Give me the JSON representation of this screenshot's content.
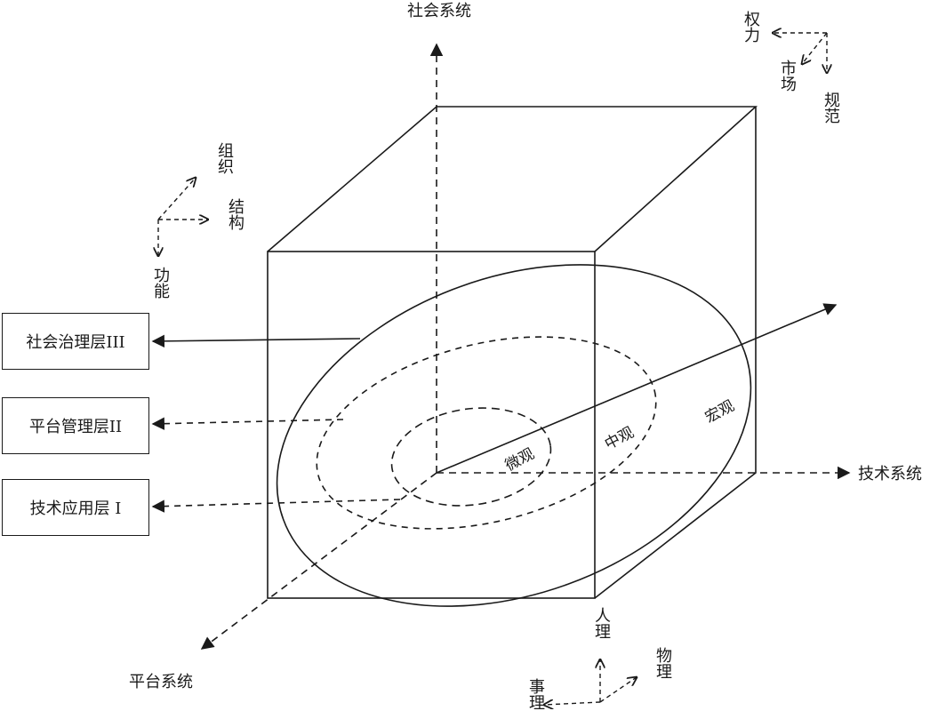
{
  "axes": {
    "social": "社会系统",
    "technology": "技术系统",
    "platform": "平台系统"
  },
  "layers": {
    "layer3": "社会治理层III",
    "layer2": "平台管理层II",
    "layer1": "技术应用层 I"
  },
  "scales": {
    "micro": "微观",
    "meso": "中观",
    "macro": "宏观"
  },
  "triad_social": {
    "power": "权力",
    "market": "市场",
    "norm": "规范"
  },
  "triad_platform": {
    "organization": "组织",
    "structure": "结构",
    "function": "功能"
  },
  "triad_technology": {
    "human": "人理",
    "physical": "物理",
    "affair": "事理"
  }
}
